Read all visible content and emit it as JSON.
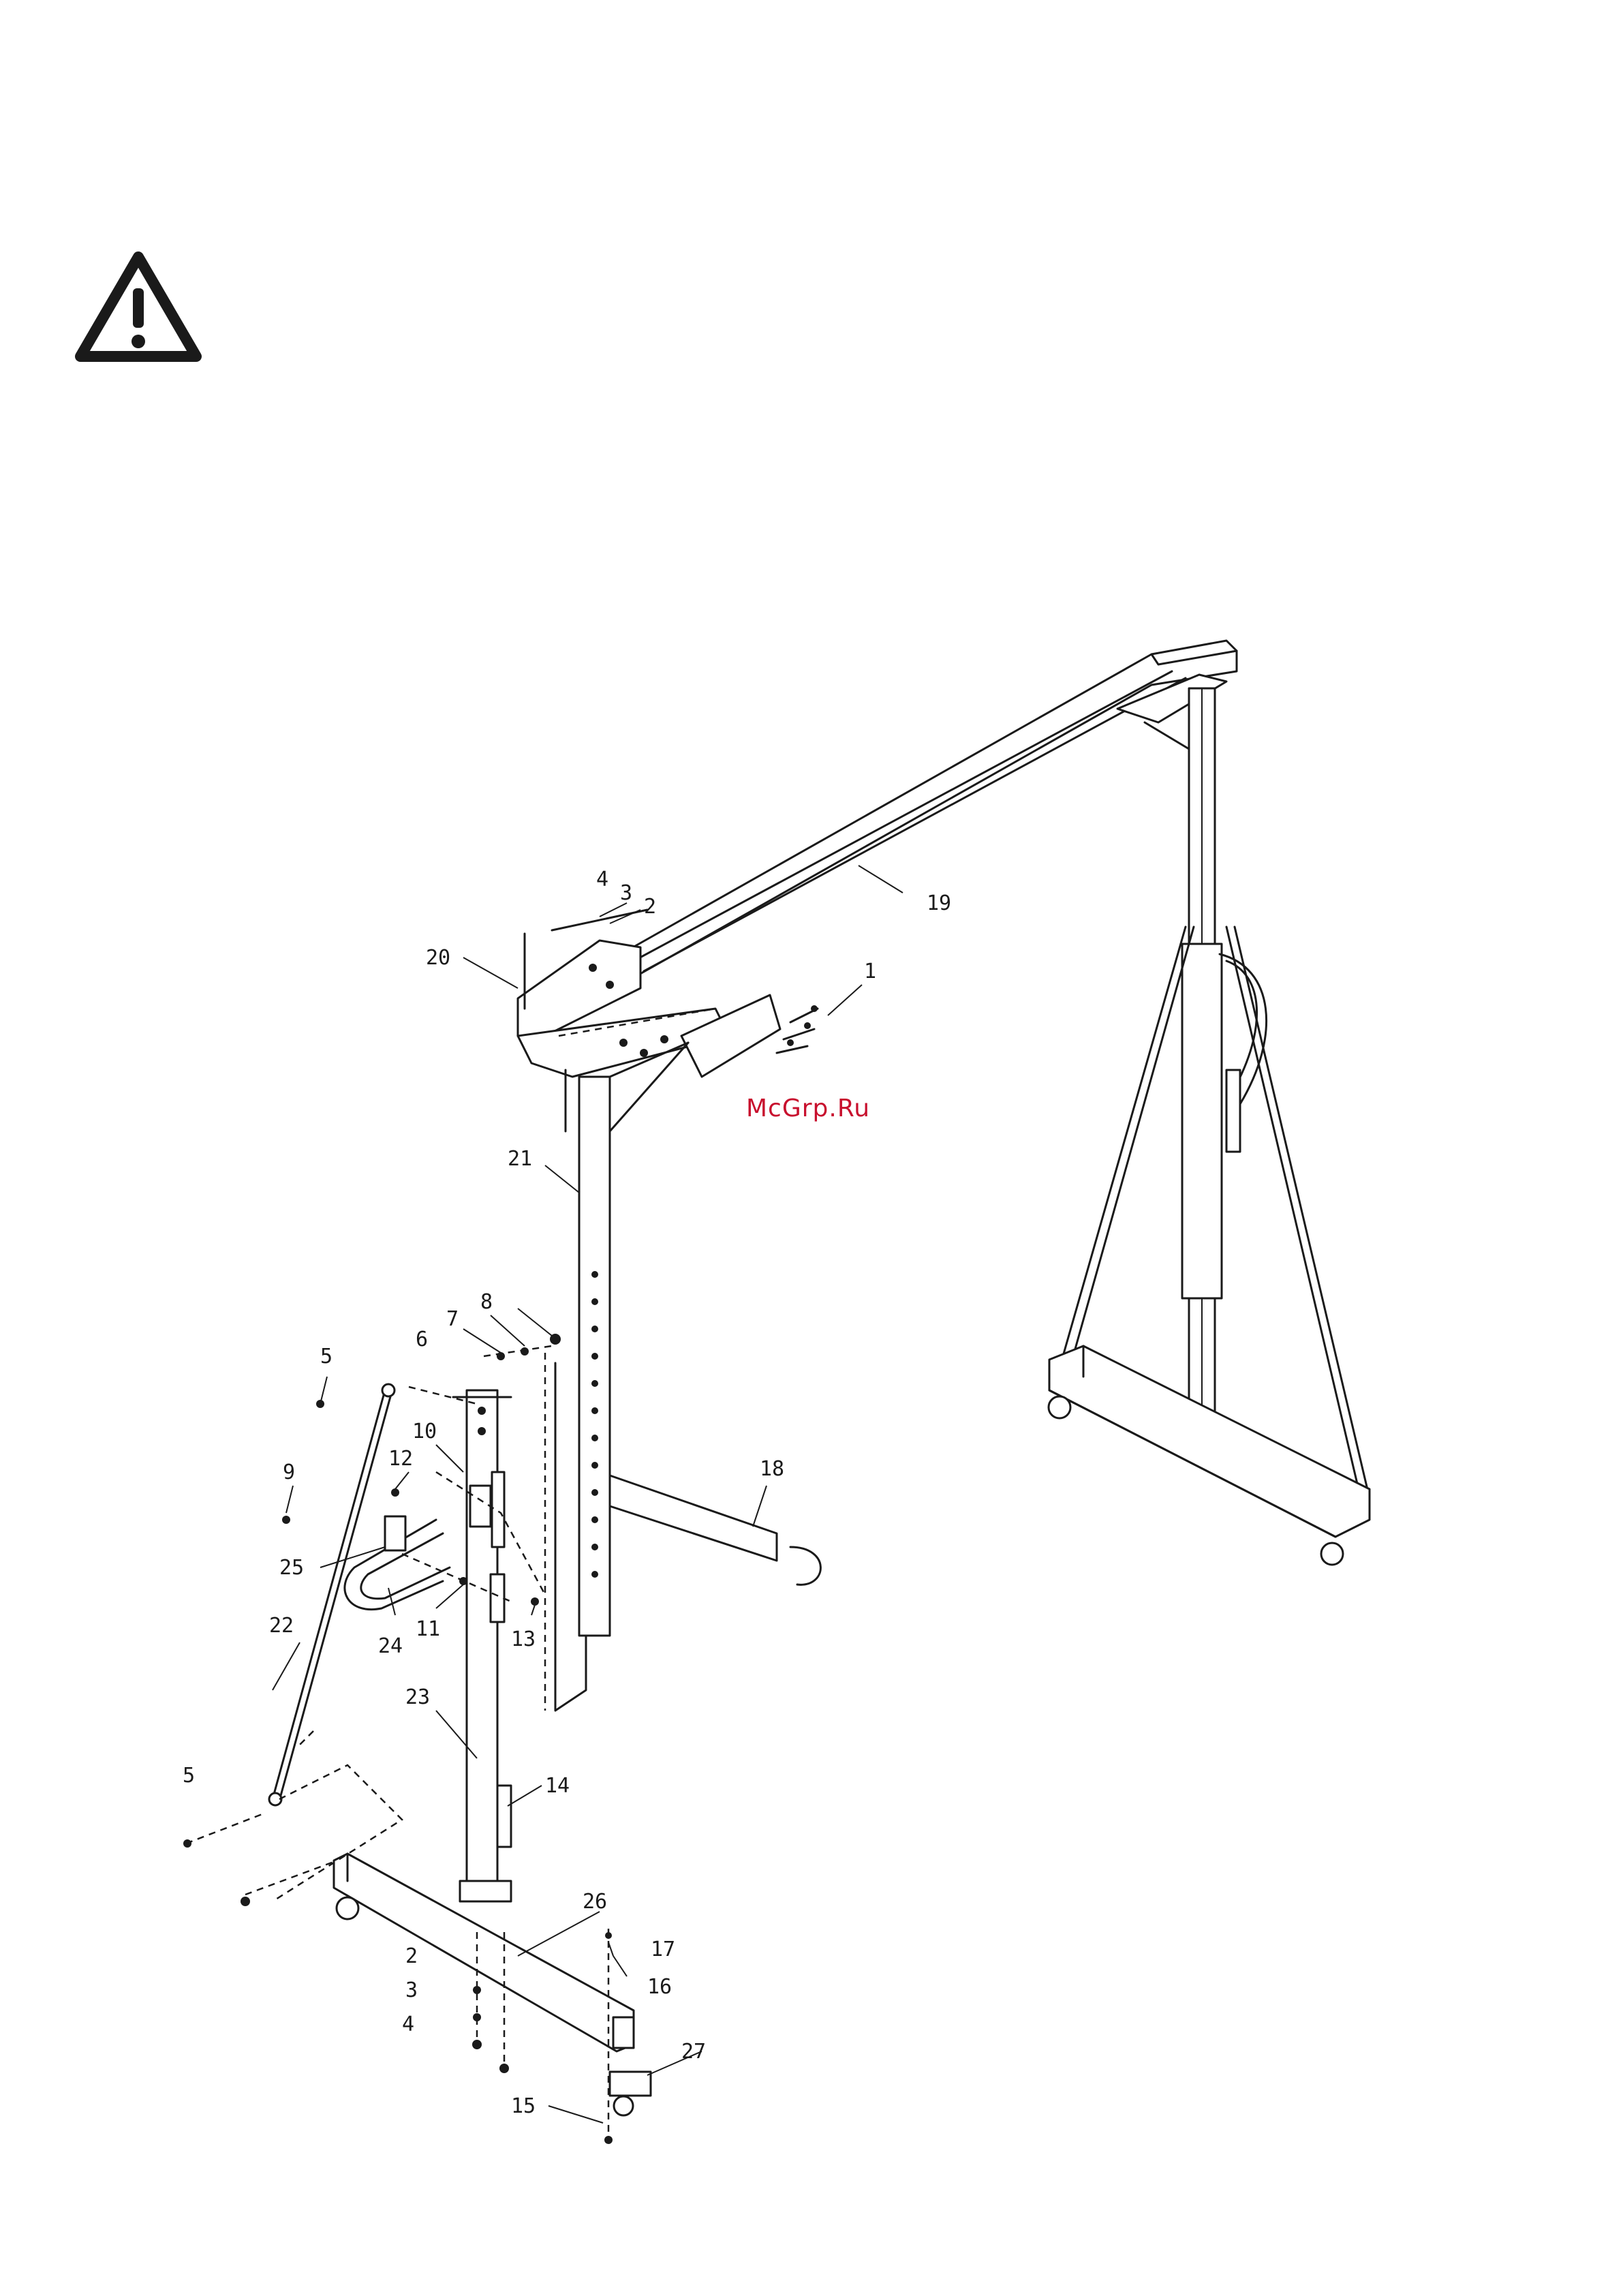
{
  "icons": {
    "warning": "warning-triangle-icon"
  },
  "watermark": "McGrp.Ru",
  "callouts": {
    "c1": "1",
    "c2a": "2",
    "c3a": "3",
    "c4a": "4",
    "c5a": "5",
    "c5b": "5",
    "c6": "6",
    "c7": "7",
    "c8": "8",
    "c9": "9",
    "c10": "10",
    "c11": "11",
    "c12": "12",
    "c13": "13",
    "c14": "14",
    "c15": "15",
    "c16": "16",
    "c17": "17",
    "c18": "18",
    "c19": "19",
    "c20": "20",
    "c21": "21",
    "c22": "22",
    "c23": "23",
    "c24": "24",
    "c25": "25",
    "c26": "26",
    "c27": "27",
    "c2b": "2",
    "c3b": "3",
    "c4b": "4"
  },
  "colors": {
    "line": "#1a1a1a",
    "watermark": "#c8102e",
    "background": "#ffffff"
  }
}
